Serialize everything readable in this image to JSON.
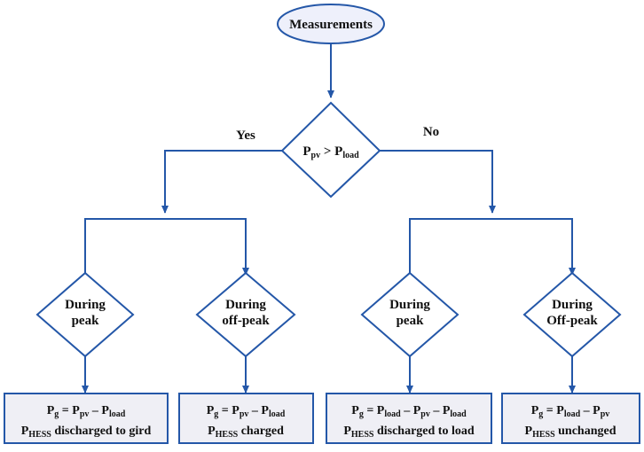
{
  "colors": {
    "line": "#2457a8",
    "ellipse_fill": "#eef0fb",
    "box_fill": "#efeff5",
    "text": "#111111"
  },
  "start": {
    "label": "Measurements"
  },
  "decision_main": {
    "p1": "P",
    "p1_sub": "pv",
    "op": " > ",
    "p2": "P",
    "p2_sub": "load"
  },
  "branch_labels": {
    "yes": "Yes",
    "no": "No"
  },
  "decisions": [
    {
      "line1": "During",
      "line2": "peak"
    },
    {
      "line1": "During",
      "line2": "off-peak"
    },
    {
      "line1": "During",
      "line2": "peak"
    },
    {
      "line1": "During",
      "line2": "Off-peak"
    }
  ],
  "outcomes": [
    {
      "eq": [
        {
          "t": "P"
        },
        {
          "s": "g"
        },
        {
          "t": " = P"
        },
        {
          "s": "pv"
        },
        {
          "t": " – P"
        },
        {
          "s": "load"
        }
      ],
      "hess": [
        {
          "t": "P"
        },
        {
          "s": "HESS"
        },
        {
          "t": " discharged to gird"
        }
      ]
    },
    {
      "eq": [
        {
          "t": "P"
        },
        {
          "s": "g"
        },
        {
          "t": " = P"
        },
        {
          "s": "pv"
        },
        {
          "t": " – P"
        },
        {
          "s": "load"
        }
      ],
      "hess": [
        {
          "t": "P"
        },
        {
          "s": "HESS"
        },
        {
          "t": " charged"
        }
      ]
    },
    {
      "eq": [
        {
          "t": "P"
        },
        {
          "s": "g"
        },
        {
          "t": " = P"
        },
        {
          "s": "load"
        },
        {
          "t": " – P"
        },
        {
          "s": "pv"
        },
        {
          "t": " – P"
        },
        {
          "s": "load"
        }
      ],
      "hess": [
        {
          "t": "P"
        },
        {
          "s": "HESS"
        },
        {
          "t": " discharged to load"
        }
      ]
    },
    {
      "eq": [
        {
          "t": "P"
        },
        {
          "s": "g"
        },
        {
          "t": " = P"
        },
        {
          "s": "load"
        },
        {
          "t": " – P"
        },
        {
          "s": "pv"
        }
      ],
      "hess": [
        {
          "t": "P"
        },
        {
          "s": "HESS"
        },
        {
          "t": " unchanged"
        }
      ]
    }
  ]
}
